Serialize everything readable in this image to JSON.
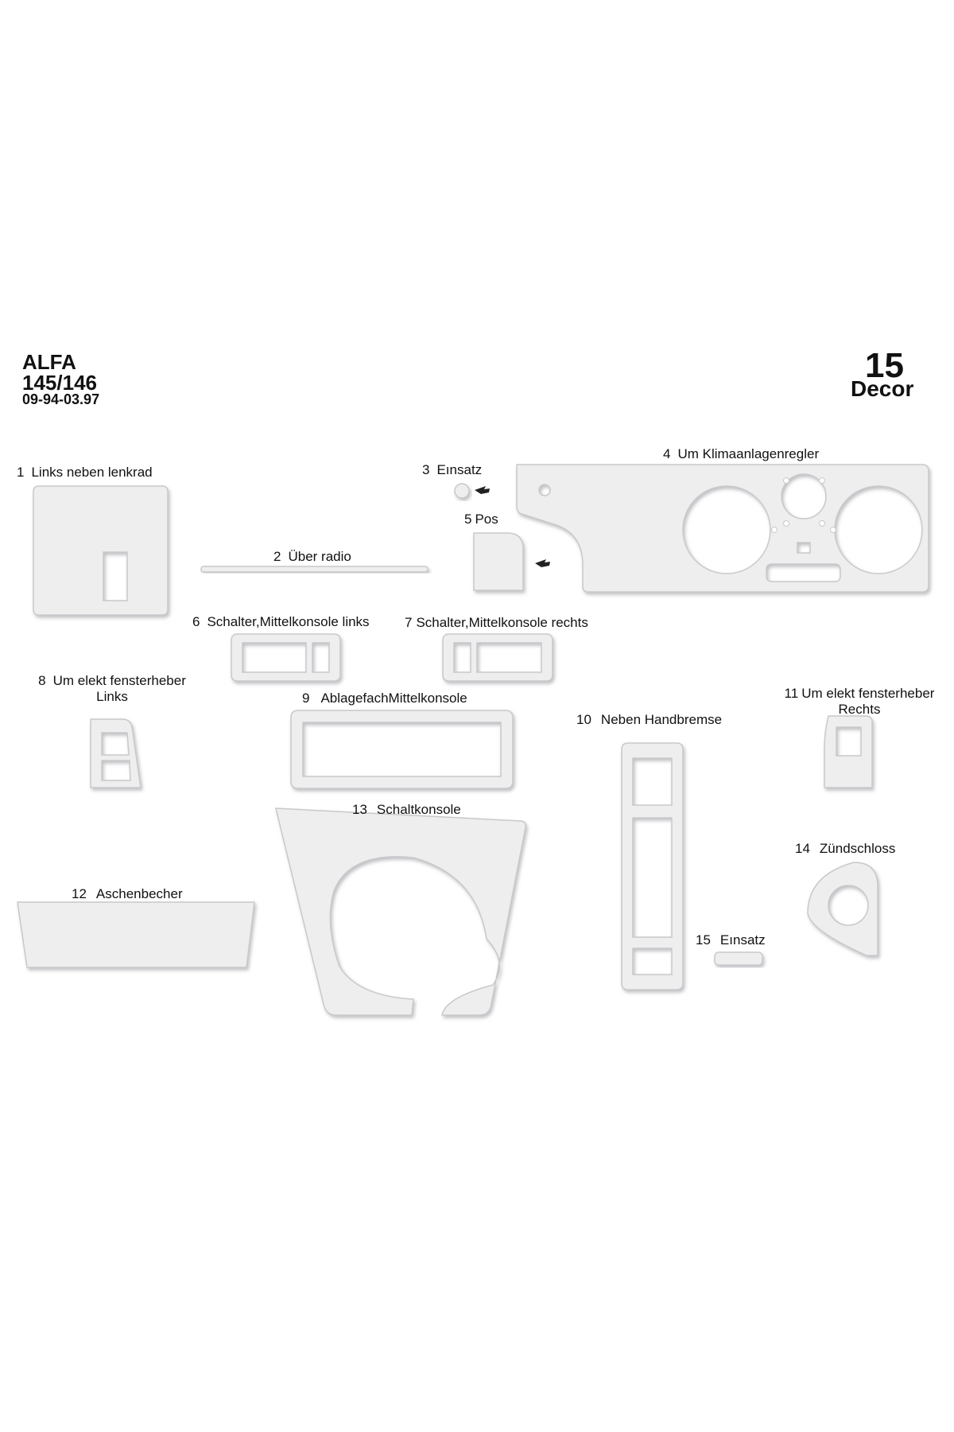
{
  "header": {
    "brand": "ALFA",
    "model": "145/146",
    "period": "09-94-03.97",
    "piece_count": "15",
    "product_type": "Decor"
  },
  "colors": {
    "part_fill": "#eeeeef",
    "part_stroke": "#c9c9cc",
    "part_shadow": "#b9b9bd",
    "pointer": "#222222"
  },
  "parts": [
    {
      "number": "1",
      "label": "Links neben lenkrad"
    },
    {
      "number": "2",
      "label": "Über radio"
    },
    {
      "number": "3",
      "label": "Eınsatz"
    },
    {
      "number": "4",
      "label": "Um Klimaanlagenregler"
    },
    {
      "number": "5",
      "label": "Pos"
    },
    {
      "number": "6",
      "label": "Schalter,Mittelkonsole links"
    },
    {
      "number": "7",
      "label": "Schalter,Mittelkonsole rechts"
    },
    {
      "number": "8",
      "label": "Um elekt fensterheber",
      "label_line2": "Links"
    },
    {
      "number": "9",
      "label": "AblagefachMittelkonsole"
    },
    {
      "number": "10",
      "label": "Neben Handbremse"
    },
    {
      "number": "11",
      "label": "Um elekt fensterheber",
      "label_line2": "Rechts"
    },
    {
      "number": "12",
      "label": "Aschenbecher"
    },
    {
      "number": "13",
      "label": "Schaltkonsole"
    },
    {
      "number": "14",
      "label": "Zündschloss"
    },
    {
      "number": "15",
      "label": "Eınsatz"
    }
  ]
}
